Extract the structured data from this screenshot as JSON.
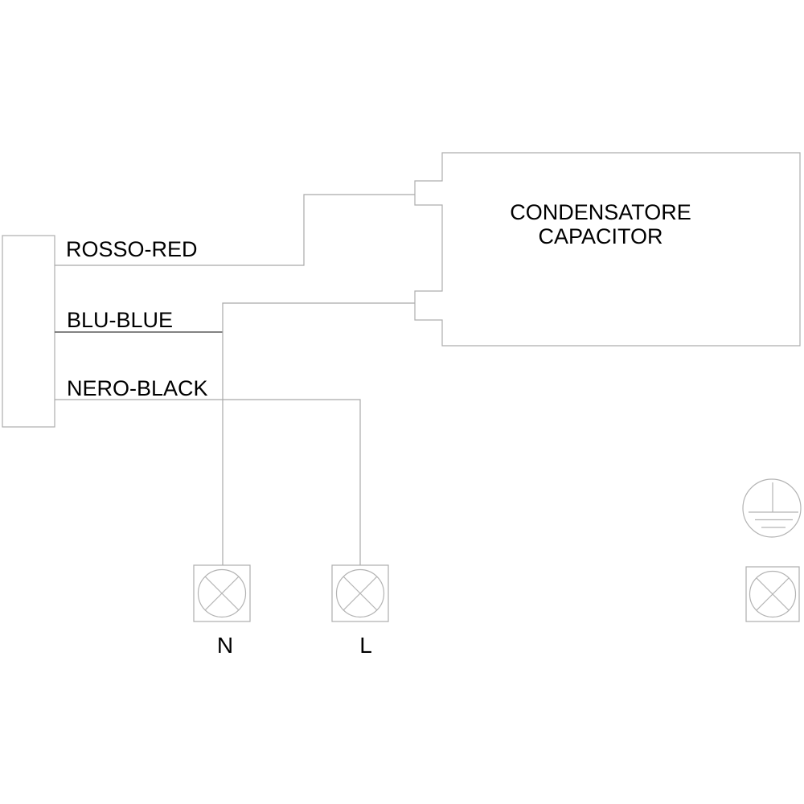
{
  "diagram": {
    "background": "#ffffff",
    "colors": {
      "wire": "#a9a9a9",
      "wire_dark": "#5a5a5a",
      "outline": "#adadad",
      "text": "#000000"
    },
    "wires": [
      {
        "label": "ROSSO-RED"
      },
      {
        "label": "BLU-BLUE"
      },
      {
        "label": "NERO-BLACK"
      }
    ],
    "capacitor": {
      "label_line1": "CONDENSATORE",
      "label_line2": "CAPACITOR"
    },
    "terminals": [
      {
        "label": "N"
      },
      {
        "label": "L"
      },
      {
        "label": ""
      }
    ],
    "icons": {
      "earth": "protective-earth-icon",
      "terminal": "lamp-terminal-icon"
    }
  }
}
